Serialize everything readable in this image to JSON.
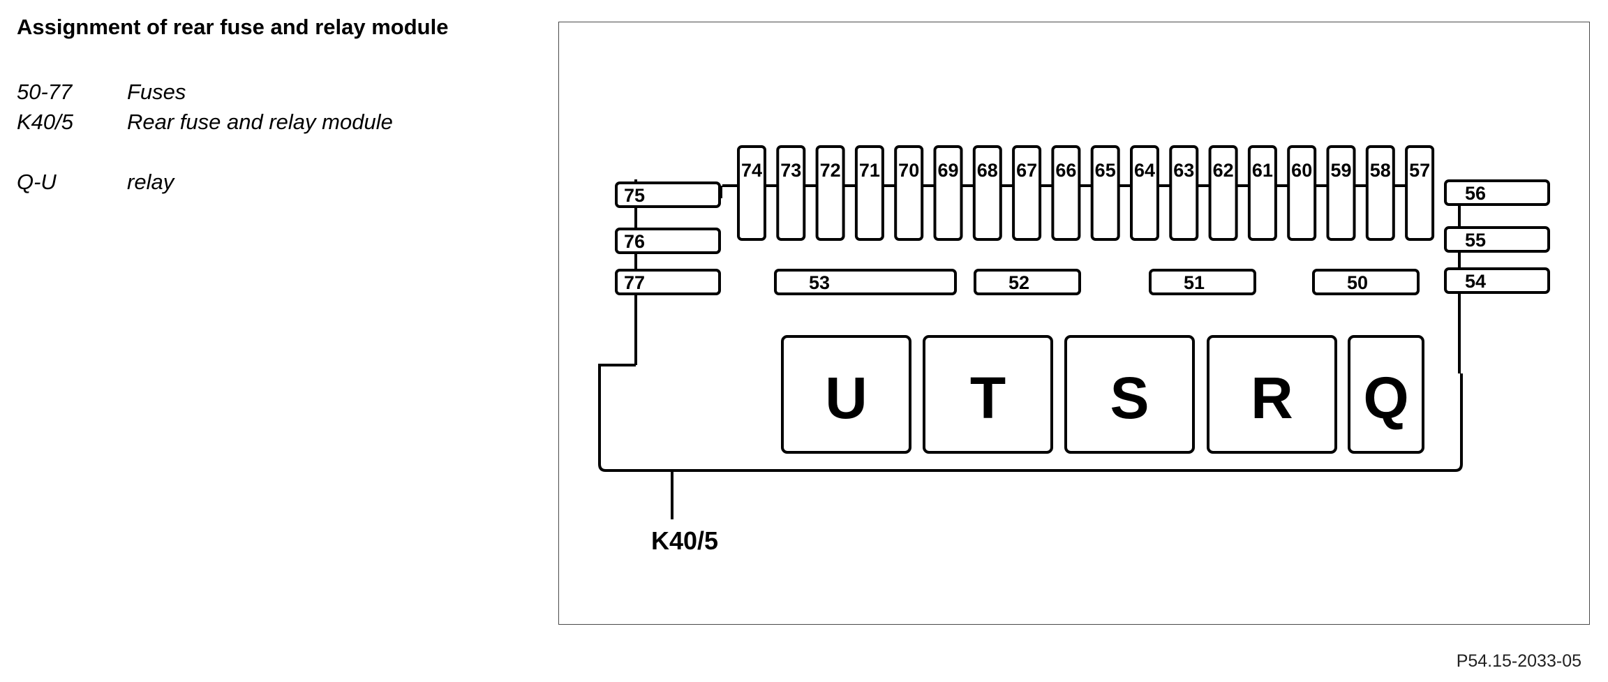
{
  "title": "Assignment of rear fuse and relay module",
  "legend": [
    {
      "key": "50-77",
      "desc": "Fuses"
    },
    {
      "key": "K40/5",
      "desc": "Rear fuse and relay module"
    },
    {
      "key": "Q-U",
      "desc": "relay"
    }
  ],
  "figure": {
    "component_label": "K40/5",
    "top_fuses": [
      "74",
      "73",
      "72",
      "71",
      "70",
      "69",
      "68",
      "67",
      "66",
      "65",
      "64",
      "63",
      "62",
      "61",
      "60",
      "59",
      "58",
      "57"
    ],
    "left_fuses": [
      "75",
      "76",
      "77"
    ],
    "right_fuses": [
      "56",
      "55",
      "54"
    ],
    "middle_fuses": [
      "53",
      "52",
      "51",
      "50"
    ],
    "relays": [
      "U",
      "T",
      "S",
      "R",
      "Q"
    ]
  },
  "figure_reference": "P54.15-2033-05"
}
